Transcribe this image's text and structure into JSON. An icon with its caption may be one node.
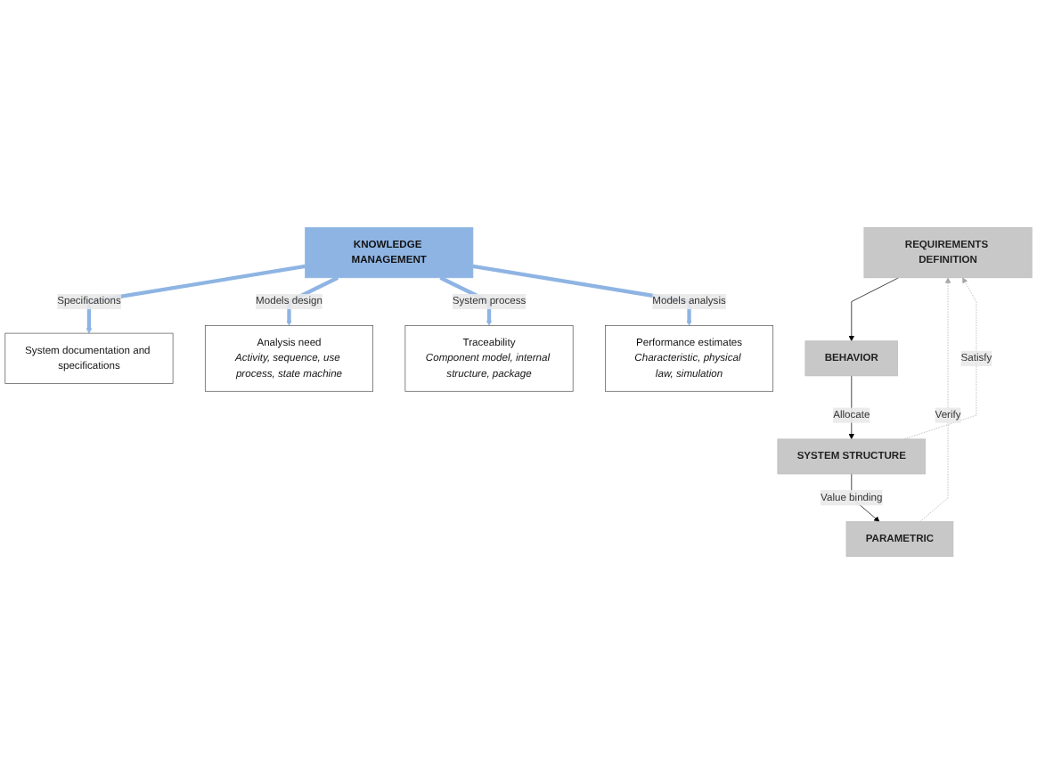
{
  "diagram": {
    "nodes": [
      {
        "text": [
          "REQUIREMENTS DEFINITION"
        ]
      },
      {
        "text": [
          "BEHAVIOR"
        ]
      },
      {
        "text": [
          "SYSTEM STRUCTURE"
        ]
      },
      {
        "text": [
          "PARAMETRIC"
        ]
      },
      {
        "text": [
          "System documentation and specifications"
        ]
      },
      {
        "text": [
          "Analysis need",
          "Activity, sequence, use process, state machine"
        ]
      },
      {
        "text": [
          "Traceability",
          "Component model, internal structure, package"
        ]
      },
      {
        "text": [
          "Performance estimates",
          "Characteristic, physical law, simulation"
        ]
      },
      {
        "text": [
          "KNOWLEDGE MANAGEMENT"
        ]
      }
    ],
    "edges": [
      {
        "from": 0,
        "to": 1,
        "arrow": "to",
        "color": "#000000"
      },
      {
        "from": 1,
        "to": 2,
        "arrow": "to",
        "label": "Allocate",
        "color": "#000000"
      },
      {
        "from": 2,
        "to": 3,
        "arrow": "to",
        "label": "Value binding",
        "color": "#000000"
      },
      {
        "from": 2,
        "to": 0,
        "arrow": "to",
        "label": "Satisfy",
        "style": "dashed",
        "color": "#a6a6a6"
      },
      {
        "from": 3,
        "to": 0,
        "arrow": "to",
        "label": "Verify",
        "style": "dashed",
        "color": "#a6a6a6"
      },
      {
        "from": 8,
        "to": 4,
        "arrow": "to",
        "label": "Specifications",
        "style": "thick",
        "color": "#8eb4e3"
      },
      {
        "from": 8,
        "to": 5,
        "arrow": "to",
        "label": "Models design",
        "style": "thick",
        "color": "#8eb4e3"
      },
      {
        "from": 8,
        "to": 6,
        "arrow": "to",
        "label": "System process",
        "style": "thick",
        "color": "#8eb4e3"
      },
      {
        "from": 8,
        "to": 7,
        "arrow": "to",
        "label": "Models analysis",
        "style": "thick",
        "color": "#8eb4e3"
      }
    ]
  }
}
